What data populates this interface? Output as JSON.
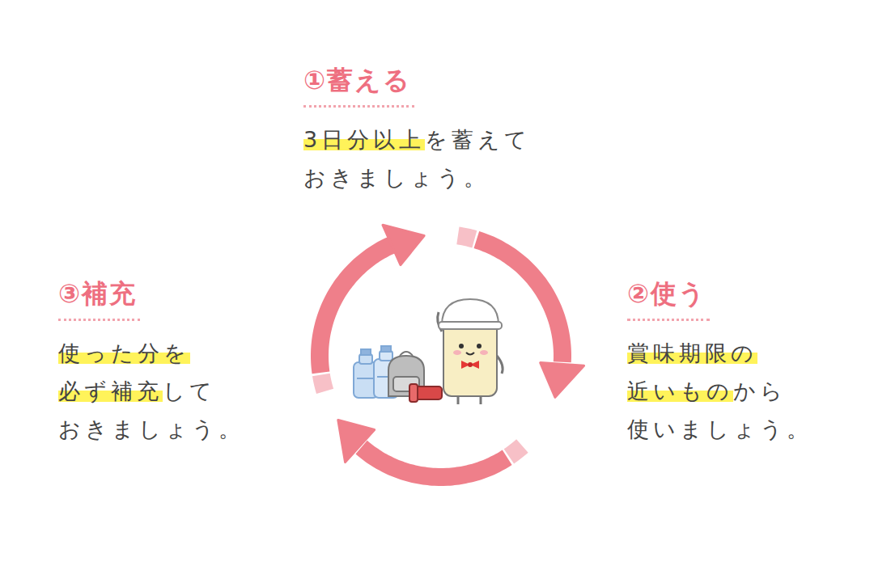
{
  "diagram": {
    "nodes": [
      {
        "text": [
          "①蓄える",
          "3日分以上を蓄えて おきましょう。"
        ]
      },
      {
        "text": [
          "②使う",
          "賞味期限の 近いものから 使いましょう。"
        ]
      },
      {
        "text": [
          "③補充",
          "使った分を 必ず補充して おきましょう。"
        ]
      }
    ],
    "edges": [
      {
        "from": 0,
        "to": 1,
        "arrow": "to"
      },
      {
        "from": 1,
        "to": 2,
        "arrow": "to"
      },
      {
        "from": 2,
        "to": 0,
        "arrow": "to"
      }
    ]
  }
}
